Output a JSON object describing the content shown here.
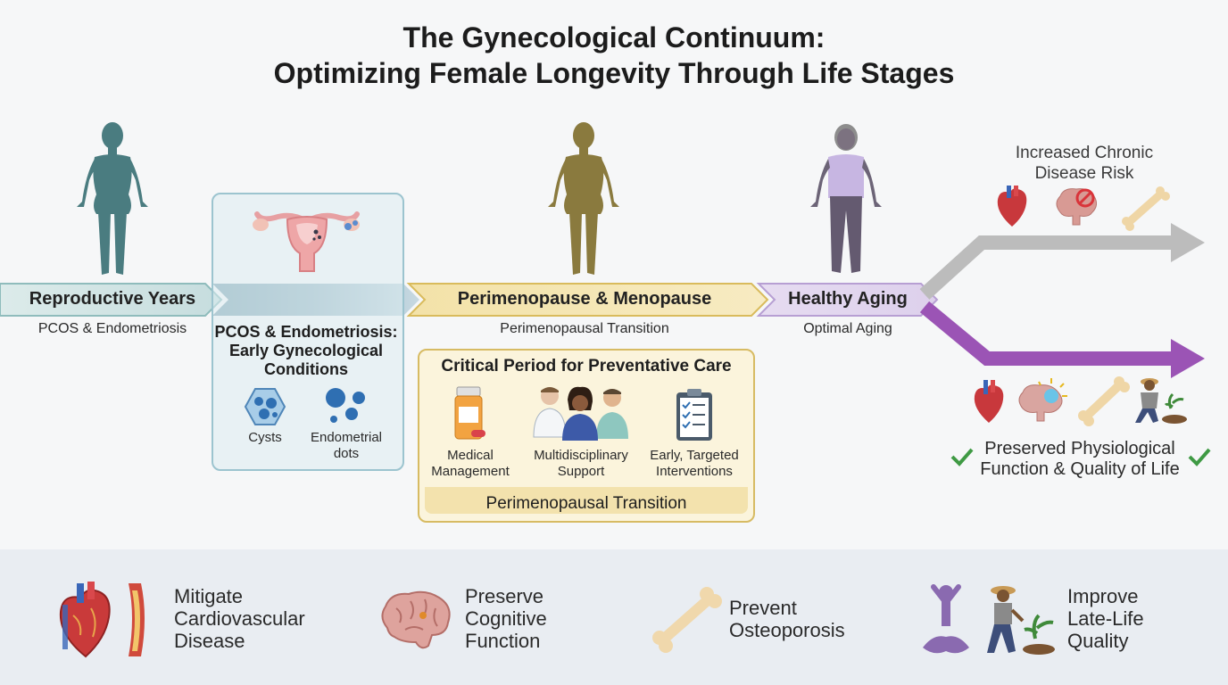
{
  "title": {
    "line1": "The Gynecological Continuum:",
    "line2": "Optimizing Female Longevity Through Life Stages"
  },
  "stages": {
    "reproductive": {
      "label": "Reproductive Years",
      "sub": "PCOS & Endometriosis"
    },
    "perimenopause": {
      "label": "Perimenopause & Menopause",
      "sub": "Perimenopausal Transition"
    },
    "aging": {
      "label": "Healthy Aging",
      "sub": "Optimal Aging"
    }
  },
  "pcos_panel": {
    "title_line1": "PCOS & Endometriosis:",
    "title_line2": "Early Gynecological",
    "title_line3": "Conditions",
    "cysts": "Cysts",
    "endo_line1": "Endometrial",
    "endo_line2": "dots"
  },
  "critical_panel": {
    "title": "Critical Period for Preventative Care",
    "items": [
      {
        "line1": "Medical",
        "line2": "Management",
        "icon": "pill-bottle-icon"
      },
      {
        "line1": "Multidisciplinary",
        "line2": "Support",
        "icon": "care-team-icon"
      },
      {
        "line1": "Early, Targeted",
        "line2": "Interventions",
        "icon": "clipboard-checklist-icon"
      }
    ],
    "footer": "Perimenopausal Transition"
  },
  "outcomes": {
    "risk_line1": "Increased Chronic",
    "risk_line2": "Disease Risk",
    "preserved_line1": "Preserved Physiological",
    "preserved_line2": "Function & Quality of Life"
  },
  "goals": [
    {
      "line1": "Mitigate",
      "line2": "Cardiovascular",
      "line3": "Disease",
      "icon": "heart-artery-icon"
    },
    {
      "line1": "Preserve",
      "line2": "Cognitive",
      "line3": "Function",
      "icon": "brain-icon"
    },
    {
      "line1": "Prevent",
      "line2": "Osteoporosis",
      "icon": "bone-icon"
    },
    {
      "line1": "Improve",
      "line2": "Late-Life",
      "line3": "Quality",
      "icon": "yoga-gardening-icon"
    }
  ],
  "colors": {
    "reproductive": "#4a7c80",
    "perimenopause": "#8a7a3e",
    "aging": "#8e84a8",
    "risk_arrow": "#bcbcbc",
    "preserved_arrow": "#9b54b5",
    "check": "#3f9a44"
  }
}
